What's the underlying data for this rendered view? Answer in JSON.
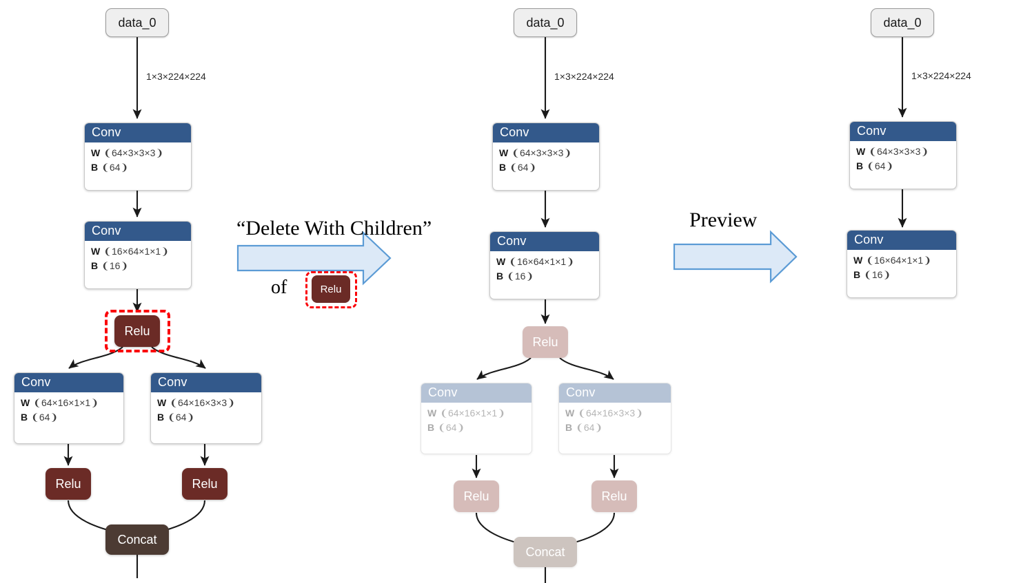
{
  "palette": {
    "conv_header": "#33598b",
    "conv_header_faded": "#b5c3d6",
    "relu": "#6b2b26",
    "relu_faded": "#d6bcb9",
    "concat": "#4c3b33",
    "concat_faded": "#cdc4bf",
    "io_fill": "#efefef",
    "selection_red": "#fa0007",
    "arrow_fill": "#dce9f7",
    "arrow_stroke": "#5b9bd5",
    "edge_stroke": "#1a1a1a"
  },
  "annotations": {
    "step1_title": "“Delete With Children”",
    "step1_of": "of",
    "step1_target_label": "Relu",
    "step2_title": "Preview",
    "arrow1_icon": "right-block-arrow-icon",
    "arrow2_icon": "right-block-arrow-icon"
  },
  "graphs": [
    {
      "id": "before",
      "name": "original-graph",
      "nodes": {
        "input": {
          "label": "data_0"
        },
        "conv1": {
          "title": "Conv",
          "w_key": "W",
          "w_val": "❨64×3×3×3❩",
          "b_key": "B",
          "b_val": "❨64❩"
        },
        "conv2": {
          "title": "Conv",
          "w_key": "W",
          "w_val": "❨16×64×1×1❩",
          "b_key": "B",
          "b_val": "❨16❩"
        },
        "relu_main": {
          "label": "Relu",
          "selected": true
        },
        "conv_left": {
          "title": "Conv",
          "w_key": "W",
          "w_val": "❨64×16×1×1❩",
          "b_key": "B",
          "b_val": "❨64❩"
        },
        "conv_right": {
          "title": "Conv",
          "w_key": "W",
          "w_val": "❨64×16×3×3❩",
          "b_key": "B",
          "b_val": "❨64❩"
        },
        "relu_left": {
          "label": "Relu"
        },
        "relu_right": {
          "label": "Relu"
        },
        "concat": {
          "label": "Concat"
        }
      },
      "edge_labels": {
        "input_to_conv1": "1×3×224×224"
      }
    },
    {
      "id": "preview",
      "name": "preview-graph",
      "nodes": {
        "input": {
          "label": "data_0"
        },
        "conv1": {
          "title": "Conv",
          "w_key": "W",
          "w_val": "❨64×3×3×3❩",
          "b_key": "B",
          "b_val": "❨64❩"
        },
        "conv2": {
          "title": "Conv",
          "w_key": "W",
          "w_val": "❨16×64×1×1❩",
          "b_key": "B",
          "b_val": "❨16❩"
        },
        "relu_main": {
          "label": "Relu",
          "faded": true
        },
        "conv_left": {
          "title": "Conv",
          "w_key": "W",
          "w_val": "❨64×16×1×1❩",
          "b_key": "B",
          "b_val": "❨64❩",
          "faded": true
        },
        "conv_right": {
          "title": "Conv",
          "w_key": "W",
          "w_val": "❨64×16×3×3❩",
          "b_key": "B",
          "b_val": "❨64❩",
          "faded": true
        },
        "relu_left": {
          "label": "Relu",
          "faded": true
        },
        "relu_right": {
          "label": "Relu",
          "faded": true
        },
        "concat": {
          "label": "Concat",
          "faded": true
        }
      },
      "edge_labels": {
        "input_to_conv1": "1×3×224×224"
      }
    },
    {
      "id": "after",
      "name": "result-graph",
      "nodes": {
        "input": {
          "label": "data_0"
        },
        "conv1": {
          "title": "Conv",
          "w_key": "W",
          "w_val": "❨64×3×3×3❩",
          "b_key": "B",
          "b_val": "❨64❩"
        },
        "conv2": {
          "title": "Conv",
          "w_key": "W",
          "w_val": "❨16×64×1×1❩",
          "b_key": "B",
          "b_val": "❨16❩"
        }
      },
      "edge_labels": {
        "input_to_conv1": "1×3×224×224"
      }
    }
  ]
}
